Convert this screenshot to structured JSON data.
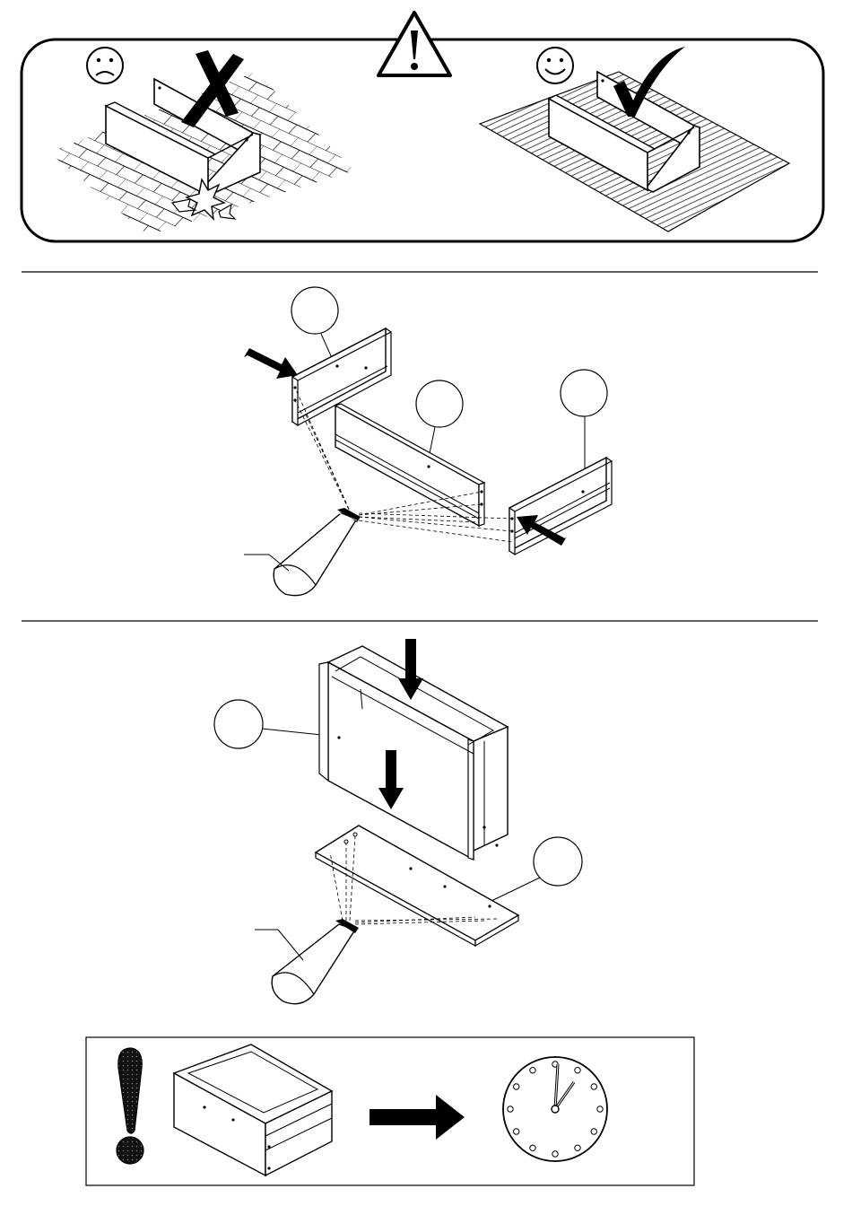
{
  "document": {
    "type": "assembly-instruction-sheet",
    "text_content": [],
    "sections": [
      {
        "name": "warning-panel",
        "icons": [
          "warning-triangle-icon",
          "sad-face-icon",
          "cross-mark-icon",
          "happy-face-icon",
          "check-mark-icon"
        ]
      },
      {
        "name": "step-glue-sides",
        "icons": [
          "push-arrow-icon",
          "glue-tube-icon"
        ]
      },
      {
        "name": "step-attach-bottom",
        "icons": [
          "down-arrow-icon",
          "glue-tube-icon"
        ]
      },
      {
        "name": "drying-time-note",
        "icons": [
          "exclamation-icon",
          "right-arrow-icon",
          "clock-icon"
        ]
      }
    ],
    "colors": {
      "ink": "#000000",
      "paper": "#ffffff"
    }
  }
}
